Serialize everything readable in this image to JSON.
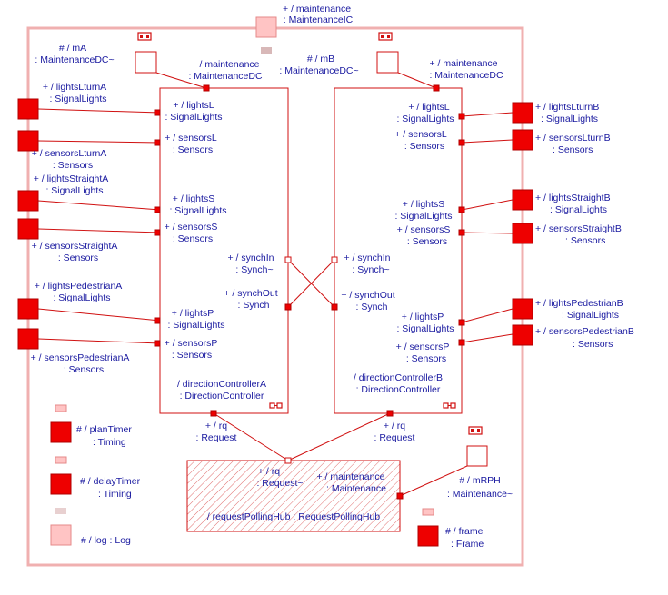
{
  "capsule": {
    "top_port": [
      "+ / maintenance",
      ": MaintenanceIC"
    ]
  },
  "ports": {
    "mA": [
      "# / mA",
      ": MaintenanceDC~"
    ],
    "mB": [
      "# / mB",
      ": MaintenanceDC~"
    ],
    "maintA": [
      "+ / maintenance",
      ": MaintenanceDC"
    ],
    "maintB": [
      "+ / maintenance",
      ": MaintenanceDC"
    ],
    "lightsLturnA": [
      "+ / lightsLturnA",
      ": SignalLights"
    ],
    "sensorsLturnA": [
      "+ / sensorsLturnA",
      ": Sensors"
    ],
    "lightsStraightA": [
      "+ / lightsStraightA",
      ": SignalLights"
    ],
    "sensorsStraightA": [
      "+ / sensorsStraightA",
      ": Sensors"
    ],
    "lightsPedestrianA": [
      "+ / lightsPedestrianA",
      ": SignalLights"
    ],
    "sensorsPedestrianA": [
      "+ / sensorsPedestrianA",
      ": Sensors"
    ],
    "lightsLturnB": [
      "+ / lightsLturnB",
      ": SignalLights"
    ],
    "sensorsLturnB": [
      "+ / sensorsLturnB",
      ": Sensors"
    ],
    "lightsStraightB": [
      "+ / lightsStraightB",
      ": SignalLights"
    ],
    "sensorsStraightB": [
      "+ / sensorsStraightB",
      ": Sensors"
    ],
    "lightsPedestrianB": [
      "+ / lightsPedestrianB",
      ": SignalLights"
    ],
    "sensorsPedestrianB": [
      "+ / sensorsPedestrianB",
      ": Sensors"
    ],
    "planTimer": [
      "# / planTimer",
      ": Timing"
    ],
    "delayTimer": [
      "# / delayTimer",
      ": Timing"
    ],
    "log": [
      "# / log : Log"
    ],
    "frame": [
      "# / frame",
      ": Frame"
    ],
    "mRPH": [
      "# / mRPH",
      ": Maintenance~"
    ]
  },
  "controllerA": {
    "name": [
      "/ directionControllerA",
      ": DirectionController"
    ],
    "lightsL": [
      "+ / lightsL",
      ": SignalLights"
    ],
    "sensorsL": [
      "+ / sensorsL",
      ": Sensors"
    ],
    "lightsS": [
      "+ / lightsS",
      ": SignalLights"
    ],
    "sensorsS": [
      "+ / sensorsS",
      ": Sensors"
    ],
    "synchIn": [
      "+ / synchIn",
      ": Synch~"
    ],
    "synchOut": [
      "+ / synchOut",
      ": Synch"
    ],
    "lightsP": [
      "+ / lightsP",
      ": SignalLights"
    ],
    "sensorsP": [
      "+ / sensorsP",
      ": Sensors"
    ],
    "rq": [
      "+ / rq",
      ": Request"
    ]
  },
  "controllerB": {
    "name": [
      "/ directionControllerB",
      ": DirectionController"
    ],
    "lightsL": [
      "+ / lightsL",
      ": SignalLights"
    ],
    "sensorsL": [
      "+ / sensorsL",
      ": Sensors"
    ],
    "lightsS": [
      "+ / lightsS",
      ": SignalLights"
    ],
    "sensorsS": [
      "+ / sensorsS",
      ": Sensors"
    ],
    "synchIn": [
      "+ / synchIn",
      ": Synch~"
    ],
    "synchOut": [
      "+ / synchOut",
      ": Synch"
    ],
    "lightsP": [
      "+ / lightsP",
      ": SignalLights"
    ],
    "sensorsP": [
      "+ / sensorsP",
      ": Sensors"
    ],
    "rq": [
      "+ / rq",
      ": Request"
    ]
  },
  "hub": {
    "name": [
      "/ requestPollingHub : RequestPollingHub"
    ],
    "rq": [
      "+ / rq",
      ": Request~"
    ],
    "maintenance": [
      "+ / maintenance",
      ": Maintenance"
    ]
  }
}
